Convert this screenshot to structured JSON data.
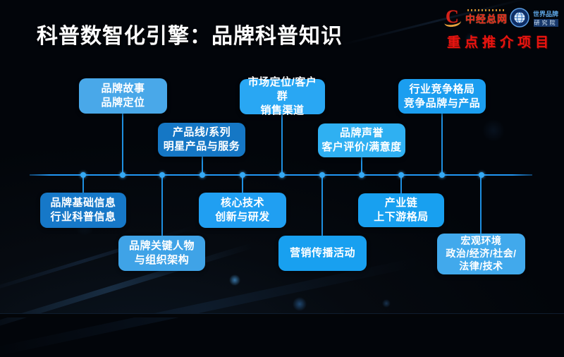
{
  "slide": {
    "title": "科普数智化引擎：品牌科普知识"
  },
  "header": {
    "cen_logo": {
      "letter": "C",
      "name": "中经总网"
    },
    "wbri_logo": {
      "line1": "世界品牌",
      "line2": "研究院"
    },
    "banner": "重点推介项目"
  },
  "colors": {
    "node_light": "#49a8e9",
    "node_bright": "#1ba0f2",
    "node_dark": "#1577c5",
    "timeline_line": "#2196f3",
    "banner_red": "#e81410",
    "logo_red": "#d5221a",
    "logo_gold": "#e8a33d"
  },
  "diagram": {
    "boxes": [
      {
        "id": "brand-story",
        "label": "品牌故事\n品牌定位",
        "color": "#49a8e9"
      },
      {
        "id": "product-line",
        "label": "产品线/系列\n明星产品与服务",
        "color": "#1577c5"
      },
      {
        "id": "market-position",
        "label": "市场定位/客户群\n销售渠道",
        "color": "#29a7f3"
      },
      {
        "id": "brand-reputation",
        "label": "品牌声誉\n客户评价/满意度",
        "color": "#2fb0f2"
      },
      {
        "id": "industry-competition",
        "label": "行业竞争格局\n竞争品牌与产品",
        "color": "#1b9ef0"
      },
      {
        "id": "brand-basic-info",
        "label": "品牌基础信息\n行业科普信息",
        "color": "#1678c8"
      },
      {
        "id": "key-people",
        "label": "品牌关键人物\n与组织架构",
        "color": "#3fa3e7"
      },
      {
        "id": "core-tech",
        "label": "核心技术\n创新与研发",
        "color": "#209ff2"
      },
      {
        "id": "marketing-activity",
        "label": "营销传播活动",
        "color": "#18a0f0"
      },
      {
        "id": "industry-chain",
        "label": "产业链\n上下游格局",
        "color": "#18a0f0"
      },
      {
        "id": "macro-environment",
        "label": "宏观环境\n政治/经济/社会/\n法律/技术",
        "color": "#41a9ec"
      }
    ]
  }
}
